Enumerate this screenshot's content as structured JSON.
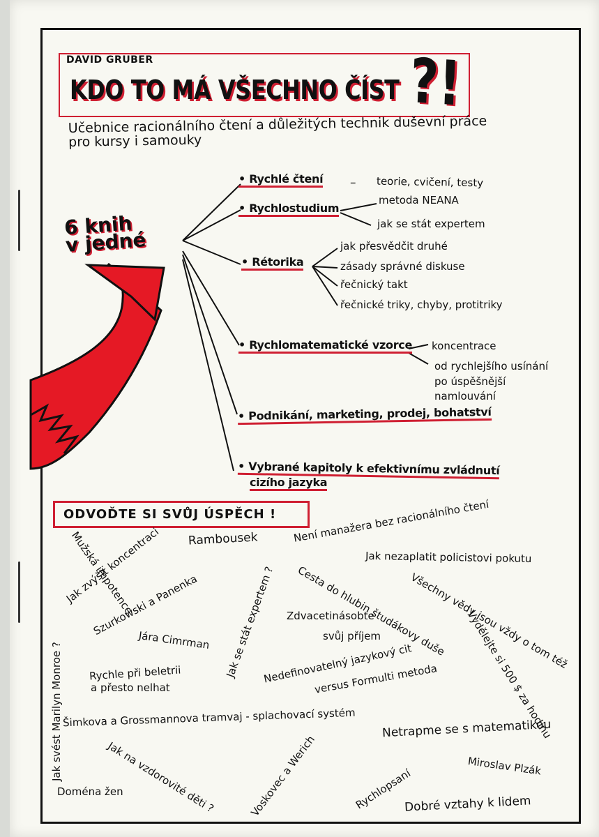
{
  "cover": {
    "author": "DAVID GRUBER",
    "title": "KDO TO MÁ VŠECHNO ČÍST",
    "title_marks": "?!",
    "subtitle": "Učebnice racionálního čtení a důležitých technik duševní práce pro kursy i samouky",
    "books_count": "6 knih",
    "books_suffix": "v jedné",
    "odvodte": "ODVOĎTE SI SVŮJ ÚSPĚCH !"
  },
  "topics": [
    {
      "label": "• Rychlé čtení",
      "details": [
        "–",
        "teorie, cvičení, testy"
      ]
    },
    {
      "label": "• Rychlostudium",
      "details": [
        "metoda NEANA",
        "jak se stát expertem"
      ]
    },
    {
      "label": "• Rétorika",
      "details": [
        "jak přesvědčit druhé",
        "zásady správné diskuse",
        "řečnický takt",
        "řečnické triky, chyby, protitriky"
      ]
    },
    {
      "label": "• Rychlomatematické vzorce",
      "details": [
        "koncentrace",
        "od rychlejšího usínání",
        "po úspěšnější",
        "namlouvání"
      ]
    },
    {
      "label": "• Podnikání, marketing, prodej, bohatství",
      "details": []
    },
    {
      "label": "• Vybrané kapitoly k efektivnímu zvládnutí",
      "line2": "cizího jazyka",
      "details": []
    }
  ],
  "phrases": [
    "Mužská impotence",
    "Jak zvýšit koncentraci",
    "Rambousek",
    "Není manažera bez racionálního čtení",
    "Jak nezaplatit policistovi pokutu",
    "Szurkowski a Panenka",
    "Jak se stát expertem ?",
    "Cesta do hlubin študákovy duše",
    "Všechny vědy jsou vždy o tom též",
    "Jak svést Marilyn Monroe ?",
    "Zdvacetinásobte",
    "svůj příjem",
    "Vydělejte si 500 $ za hodinu",
    "Jára Cimrman",
    "Nedefinovatelný jazykový cit",
    "versus Formulti metoda",
    "Rychle při beletrii",
    "a přesto nelhat",
    "Šimkova a Grossmannova tramvaj - splachovací systém",
    "Netrapme se s matematikou",
    "Jak na vzdorovité děti ?",
    "Voskovec a Werich",
    "Rychlopsaní",
    "Miroslav Plzák",
    "Doména žen",
    "Dobré vztahy k lidem"
  ],
  "colors": {
    "red": "#cf1f32",
    "ink": "#111111",
    "paper": "#f8f8f2",
    "background": "#d9dbd6"
  }
}
